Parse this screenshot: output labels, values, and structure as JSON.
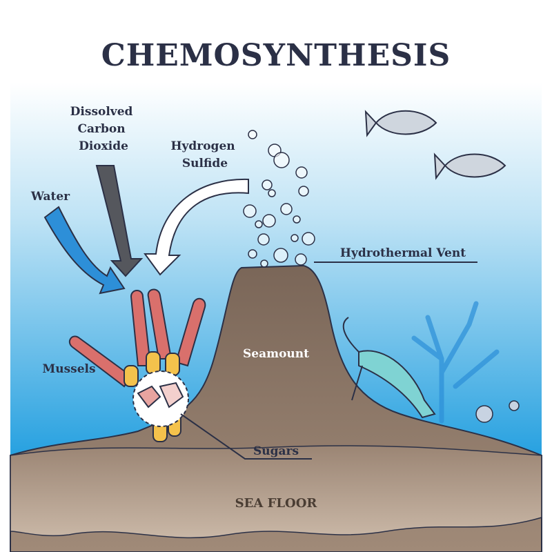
{
  "title": "CHEMOSYNTHESIS",
  "labels": {
    "co2": [
      "Dissolved",
      "Carbon",
      "Dioxide"
    ],
    "water": "Water",
    "h2s": [
      "Hydrogen",
      "Sulfide"
    ],
    "vent": "Hydrothermal Vent",
    "seamount": "Seamount",
    "mussels": "Mussels",
    "sugars": "Sugars",
    "sea_floor": "SEA FLOOR"
  },
  "colors": {
    "water_top": "#ffffff",
    "water_bottom": "#1f9fe0",
    "seamount": "#8a7565",
    "sea_floor": "#a8927f",
    "ink": "#2b3046",
    "mussel_red": "#d9706c",
    "mussel_yellow": "#f4c24c"
  }
}
